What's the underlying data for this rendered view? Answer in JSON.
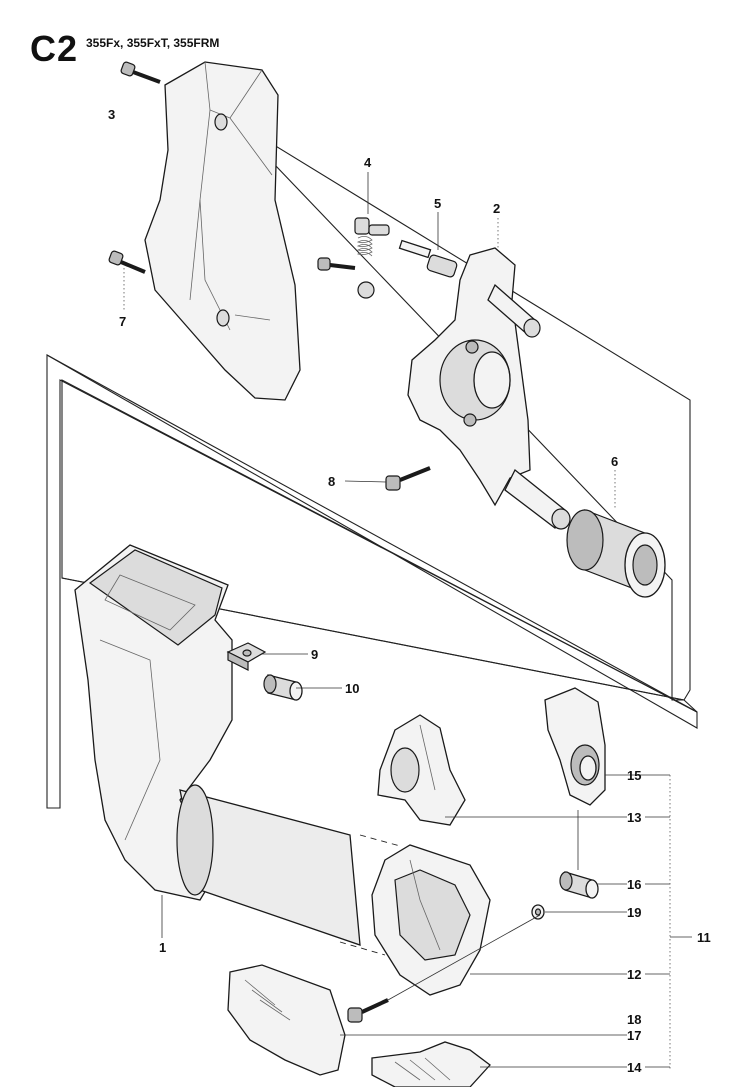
{
  "header": {
    "section_code": "C2",
    "models": "355Fx, 355FxT, 355FRM"
  },
  "callouts": [
    {
      "id": "c1",
      "label": "1"
    },
    {
      "id": "c2",
      "label": "2"
    },
    {
      "id": "c3",
      "label": "3"
    },
    {
      "id": "c4",
      "label": "4"
    },
    {
      "id": "c5",
      "label": "5"
    },
    {
      "id": "c6",
      "label": "6"
    },
    {
      "id": "c7",
      "label": "7"
    },
    {
      "id": "c8",
      "label": "8"
    },
    {
      "id": "c9",
      "label": "9"
    },
    {
      "id": "c10",
      "label": "10"
    },
    {
      "id": "c11",
      "label": "11"
    },
    {
      "id": "c12",
      "label": "12"
    },
    {
      "id": "c13",
      "label": "13"
    },
    {
      "id": "c14",
      "label": "14"
    },
    {
      "id": "c15",
      "label": "15"
    },
    {
      "id": "c16",
      "label": "16"
    },
    {
      "id": "c17",
      "label": "17"
    },
    {
      "id": "c18",
      "label": "18"
    },
    {
      "id": "c19",
      "label": "19"
    }
  ]
}
